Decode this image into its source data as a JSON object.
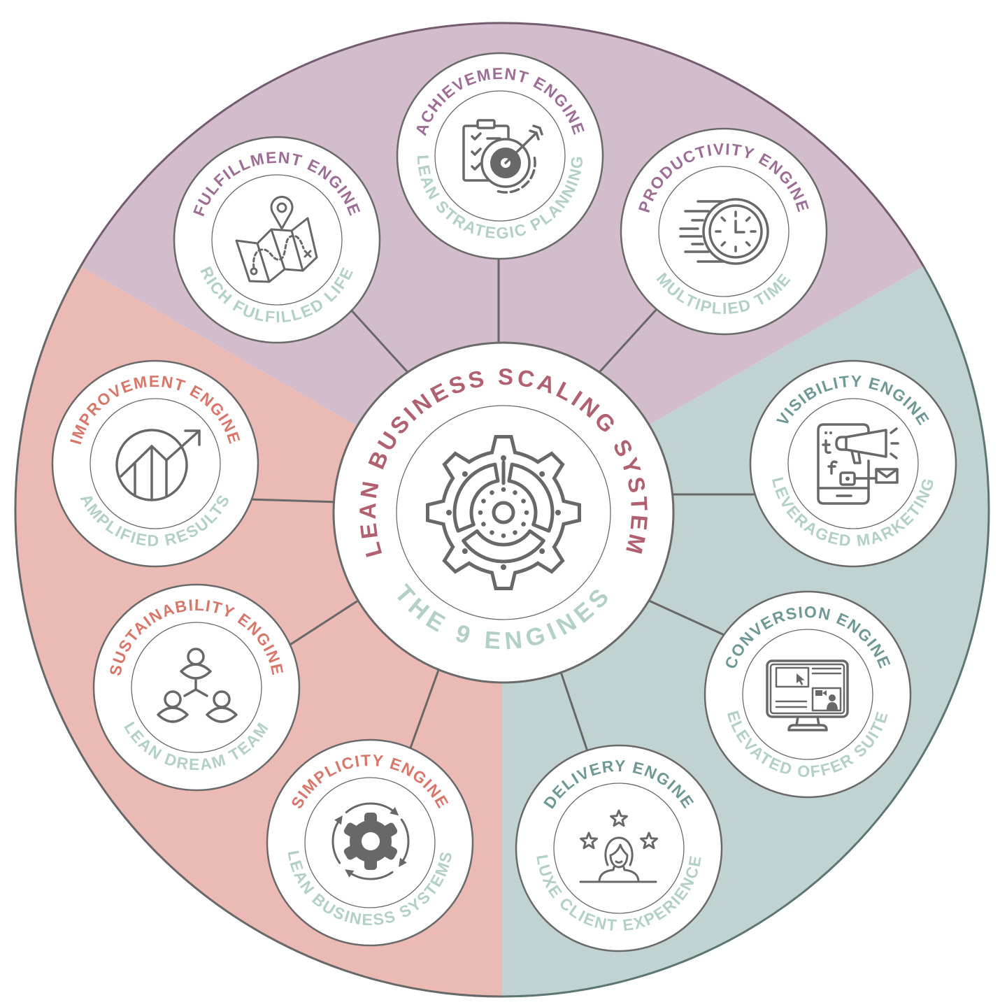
{
  "diagram": {
    "title": "LEAN BUSINESS SCALING SYSTEM",
    "subtitle": "THE 9 ENGINES",
    "center_icon": "gear-maze-icon"
  },
  "sectors": [
    {
      "id": "purple",
      "color": "#d3bccc",
      "title_color": "#9e6d95",
      "engines": [
        "FULFILLMENT ENGINE",
        "ACHIEVEMENT ENGINE",
        "PRODUCTIVITY ENGINE"
      ]
    },
    {
      "id": "teal",
      "color": "#c0d2d2",
      "title_color": "#6e9896",
      "engines": [
        "VISIBILITY ENGINE",
        "CONVERSION ENGINE",
        "DELIVERY ENGINE"
      ]
    },
    {
      "id": "pink",
      "color": "#ecbab4",
      "title_color": "#d8766a",
      "engines": [
        "SIMPLICITY ENGINE",
        "SUSTAINABILITY ENGINE",
        "IMPROVEMENT ENGINE"
      ]
    }
  ],
  "engines": [
    {
      "title": "ACHIEVEMENT ENGINE",
      "subtitle": "LEAN STRATEGIC PLANNING",
      "icon": "clipboard-target-icon",
      "sector": "purple"
    },
    {
      "title": "PRODUCTIVITY ENGINE",
      "subtitle": "MULTIPLIED TIME",
      "icon": "stopwatch-speed-icon",
      "sector": "purple"
    },
    {
      "title": "VISIBILITY ENGINE",
      "subtitle": "LEVERAGED MARKETING",
      "icon": "phone-megaphone-icon",
      "sector": "teal"
    },
    {
      "title": "CONVERSION ENGINE",
      "subtitle": "ELEVATED OFFER SUITE",
      "icon": "monitor-video-icon",
      "sector": "teal"
    },
    {
      "title": "DELIVERY ENGINE",
      "subtitle": "LUXE CLIENT EXPERIENCE",
      "icon": "client-stars-icon",
      "sector": "teal"
    },
    {
      "title": "SIMPLICITY ENGINE",
      "subtitle": "LEAN BUSINESS SYSTEMS",
      "icon": "gear-cycle-icon",
      "sector": "pink"
    },
    {
      "title": "SUSTAINABILITY ENGINE",
      "subtitle": "LEAN DREAM TEAM",
      "icon": "team-network-icon",
      "sector": "pink"
    },
    {
      "title": "IMPROVEMENT ENGINE",
      "subtitle": "AMPLIFIED RESULTS",
      "icon": "growth-chart-icon",
      "sector": "pink"
    },
    {
      "title": "FULFILLMENT ENGINE",
      "subtitle": "RICH FULFILLED LIFE",
      "icon": "map-pin-icon",
      "sector": "purple"
    }
  ],
  "colors": {
    "center_title": "#b0606e",
    "subtitle": "#b2cfc8",
    "outline": "#686868",
    "background": "#ffffff"
  }
}
